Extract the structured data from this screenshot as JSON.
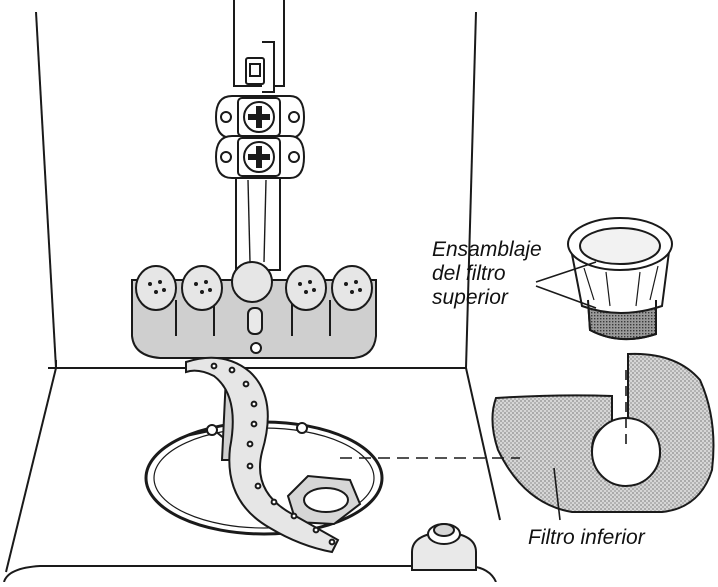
{
  "labels": {
    "upper_filter": [
      "Ensamblaje",
      "del filtro",
      "superior"
    ],
    "lower_filter": "Filtro inferior"
  },
  "colors": {
    "line": "#1a1a1a",
    "gray_fill": "#cfcfcf",
    "light_fill": "#e9e9e9",
    "mesh_fill": "#c4c4c4",
    "background": "#ffffff"
  }
}
